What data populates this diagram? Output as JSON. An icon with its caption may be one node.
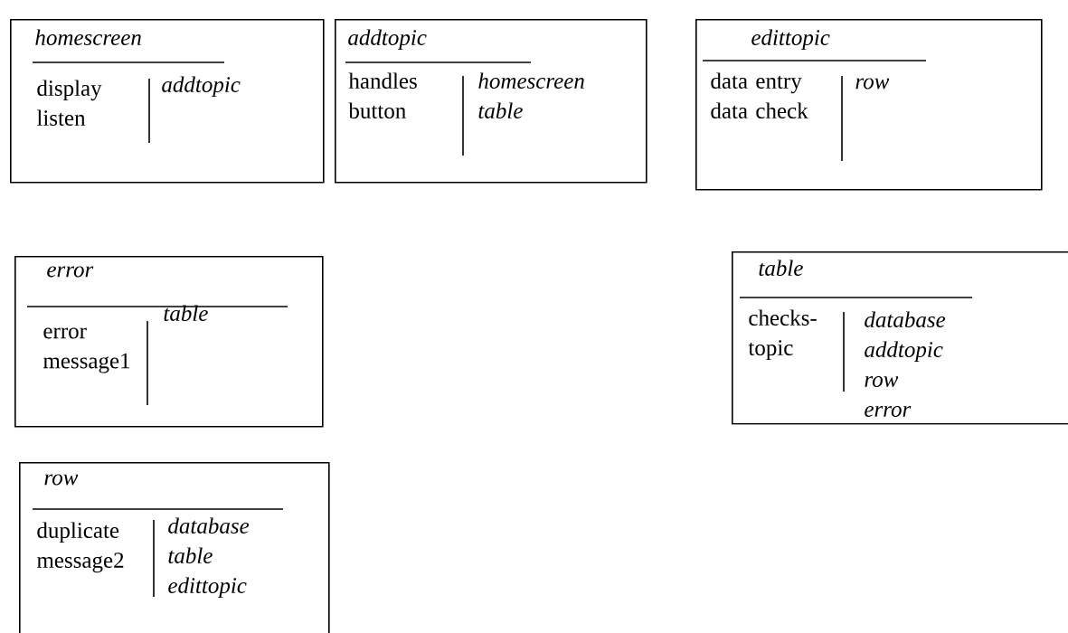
{
  "diagram": {
    "nodes": [
      {
        "text": [
          "homescreen",
          "display listen",
          "addtopic"
        ]
      },
      {
        "text": [
          "addtopic",
          "handles button",
          "homescreen table"
        ]
      },
      {
        "text": [
          "edittopic",
          "data entry data check",
          "row"
        ]
      },
      {
        "text": [
          "error",
          "error message1",
          "table"
        ]
      },
      {
        "text": [
          "table",
          "checks-topic",
          "database addtopic row error"
        ]
      },
      {
        "text": [
          "row",
          "duplicate message2",
          "database table edittopic"
        ]
      }
    ]
  }
}
